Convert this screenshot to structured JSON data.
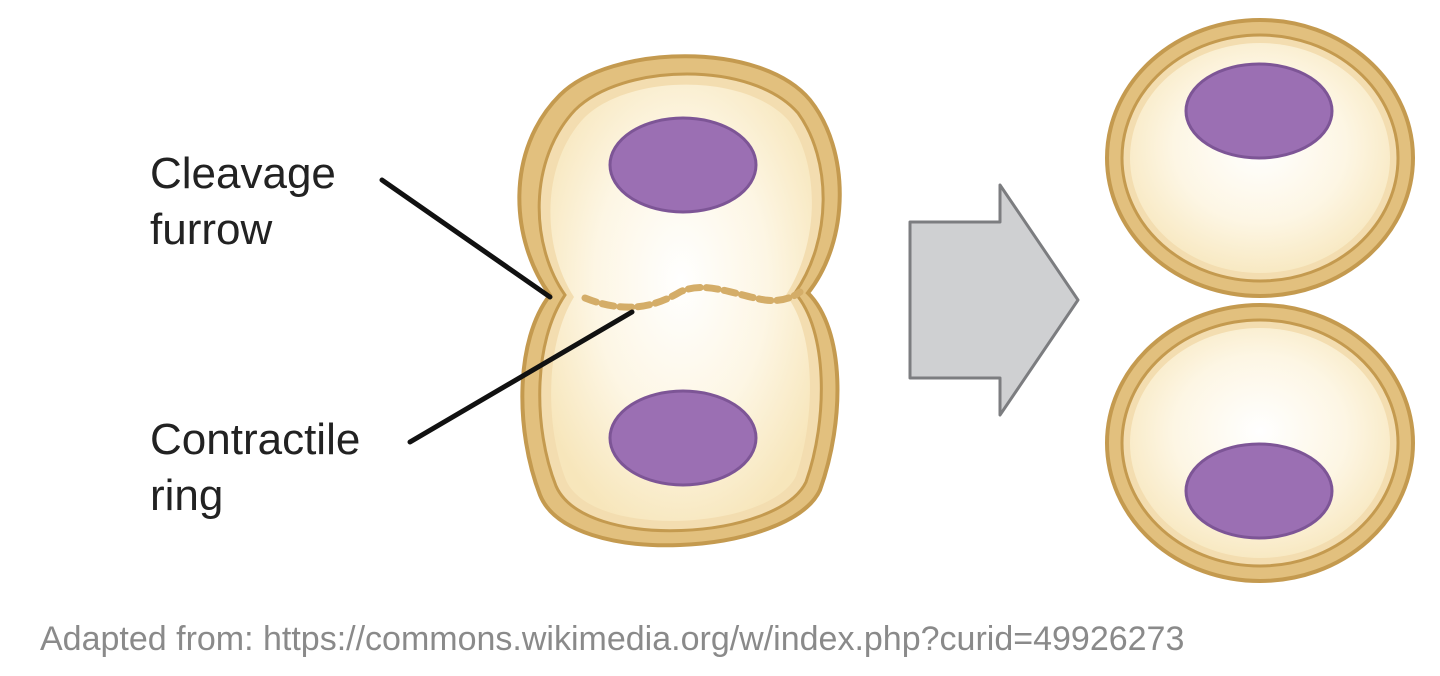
{
  "labels": {
    "cleavage_furrow": {
      "line1": "Cleavage",
      "line2": "furrow"
    },
    "contractile_ring": {
      "line1": "Contractile",
      "line2": "ring"
    }
  },
  "caption": "Adapted from: https://commons.wikimedia.org/w/index.php?curid=49926273",
  "colors": {
    "membrane_outer": "#d9b36a",
    "membrane_inner": "#c69c52",
    "cytoplasm": "#fbf1d2",
    "cytoplasm_center": "#fffaf0",
    "nucleus_fill": "#9b6fb3",
    "nucleus_stroke": "#7d5596",
    "arrow_fill": "#cfd0d2",
    "arrow_stroke": "#7c7d80",
    "leader_line": "#111111",
    "caption": "#8a8a8a"
  }
}
